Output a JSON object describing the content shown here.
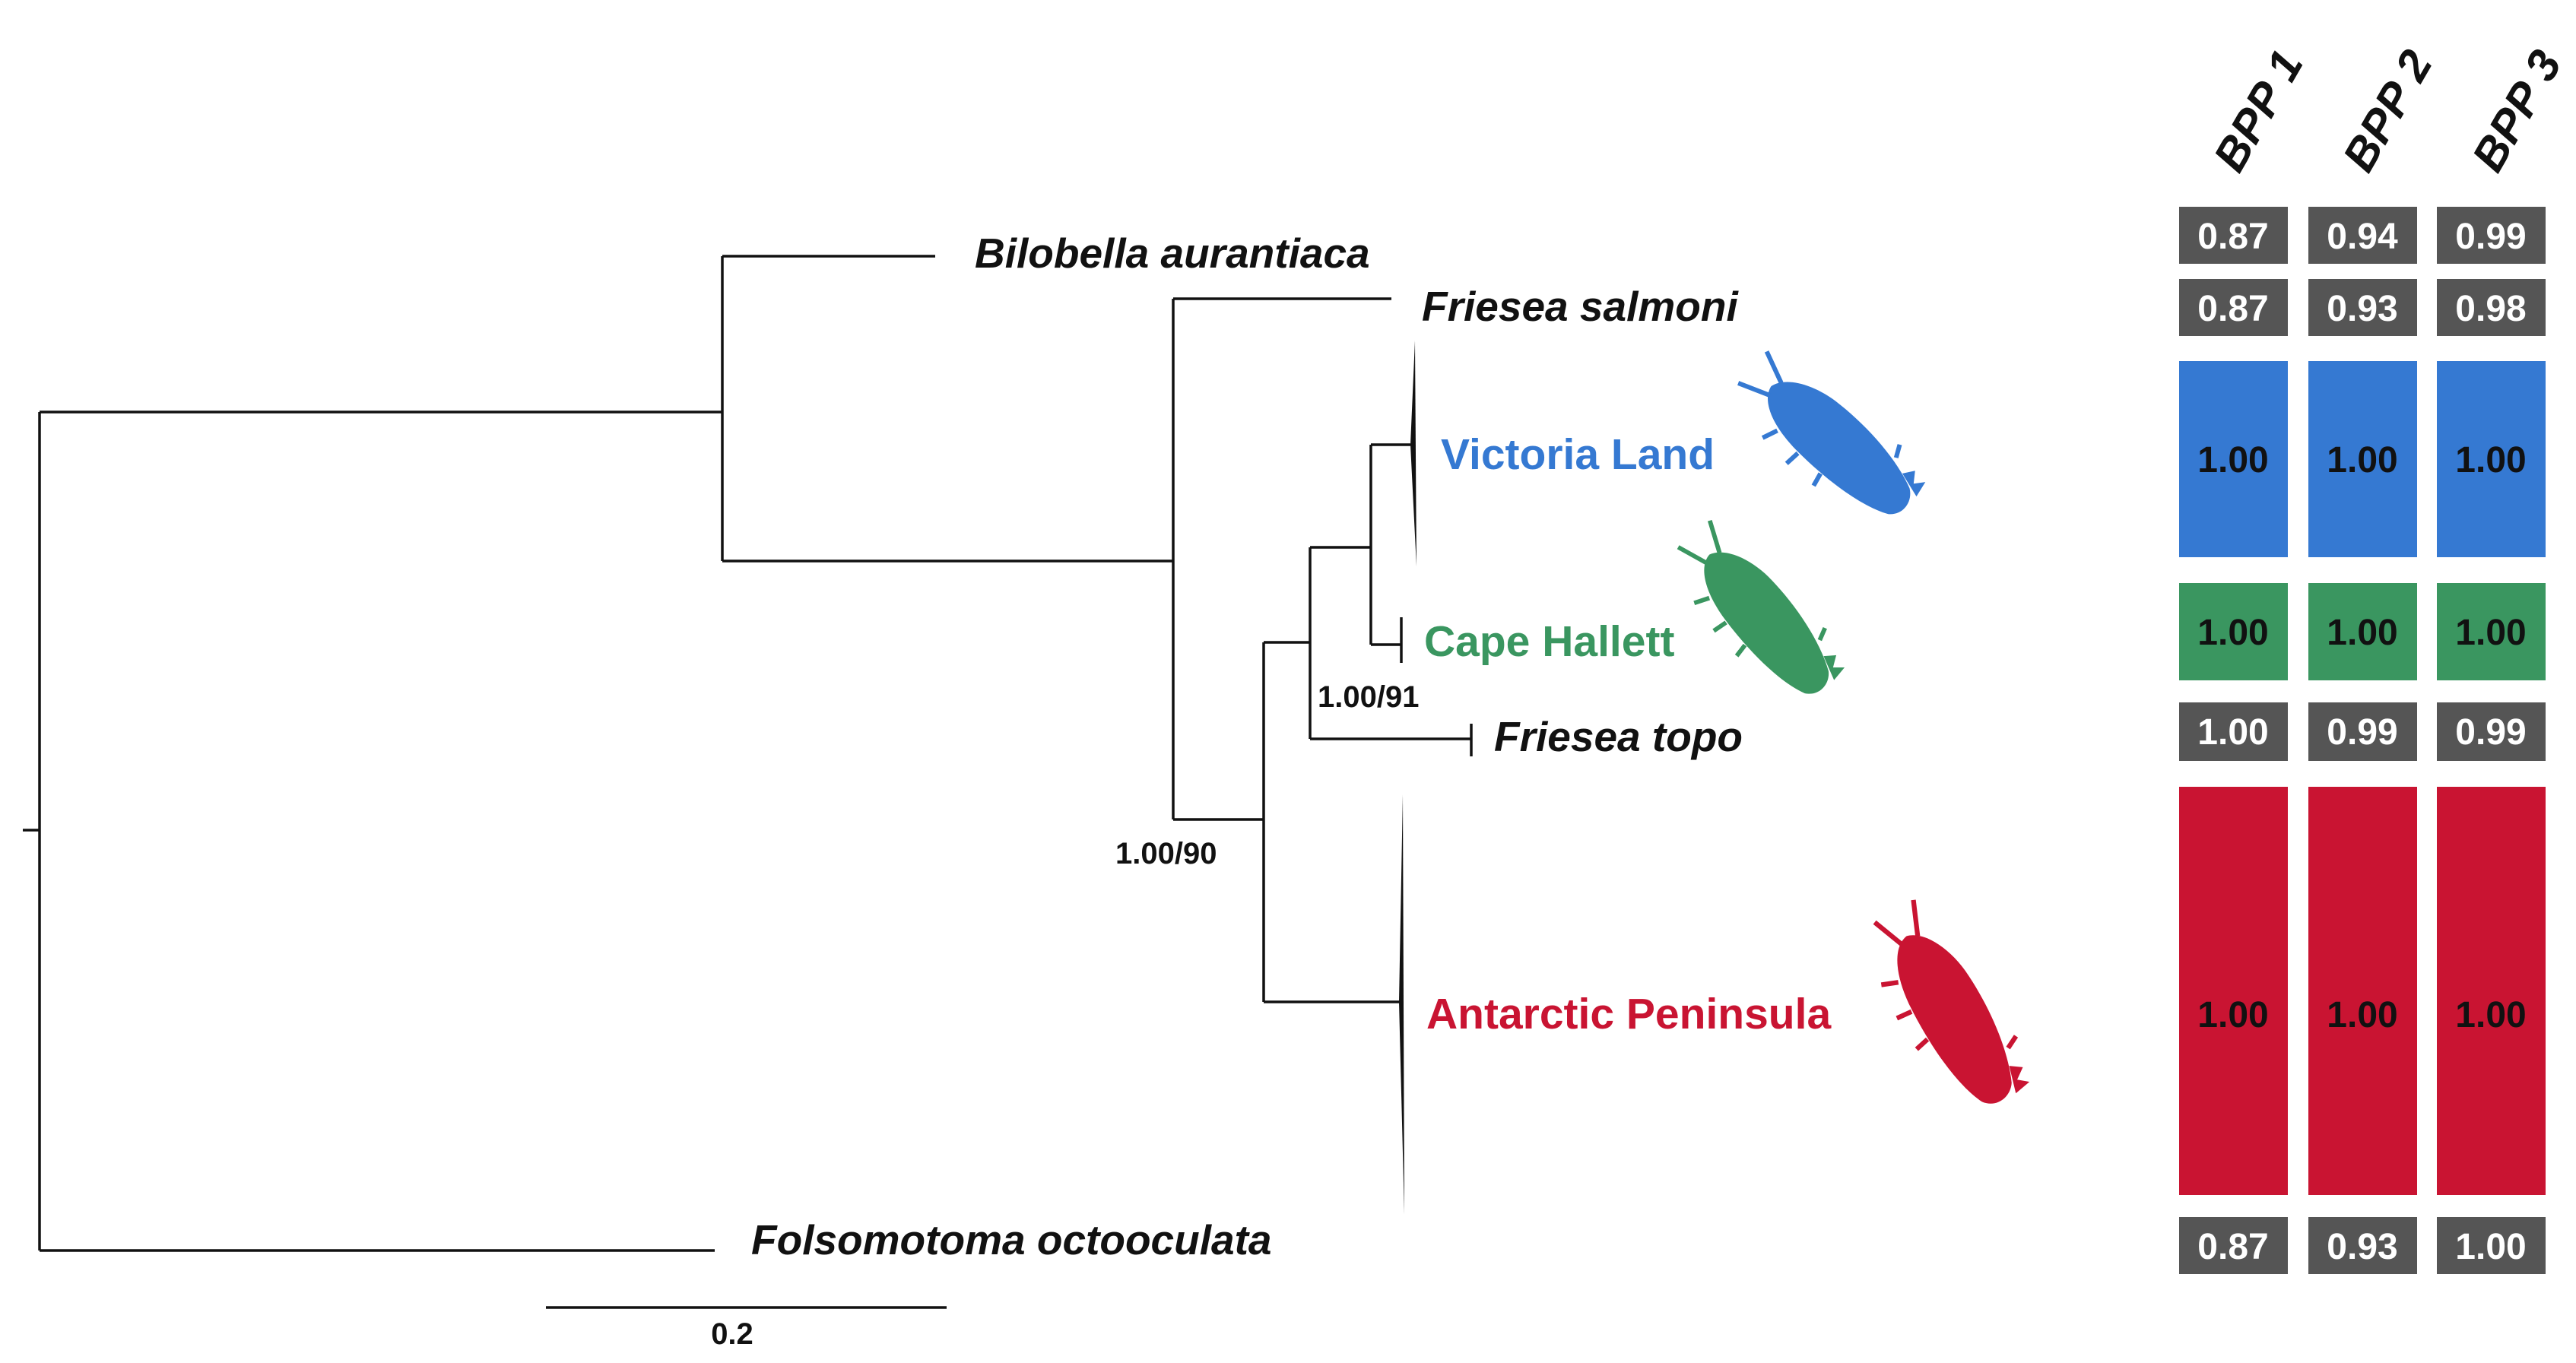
{
  "tree": {
    "taxa": {
      "bilobella": "Bilobella aurantiaca",
      "salmoni": "Friesea salmoni",
      "victoria": "Victoria Land",
      "hallett": "Cape Hallett",
      "topo": "Friesea topo",
      "peninsula": "Antarctic Peninsula",
      "folsomotoma": "Folsomotoma octooculata"
    },
    "supports": {
      "vl_ch_topo": "1.00/91",
      "main_clade": "1.00/90"
    },
    "scale_bar": "0.2",
    "colors": {
      "victoria": "#3579d2",
      "hallett": "#3a9660",
      "peninsula": "#c91432",
      "neutral": "#555555",
      "branch": "#111111"
    }
  },
  "bpp": {
    "headers": [
      "BPP 1",
      "BPP 2",
      "BPP 3"
    ],
    "rows": [
      {
        "taxon": "Bilobella aurantiaca",
        "values": [
          "0.87",
          "0.94",
          "0.99"
        ],
        "color": "#555555"
      },
      {
        "taxon": "Friesea salmoni",
        "values": [
          "0.87",
          "0.93",
          "0.98"
        ],
        "color": "#555555"
      },
      {
        "taxon": "Victoria Land",
        "values": [
          "1.00",
          "1.00",
          "1.00"
        ],
        "color": "#3579d2"
      },
      {
        "taxon": "Cape Hallett",
        "values": [
          "1.00",
          "1.00",
          "1.00"
        ],
        "color": "#3a9660"
      },
      {
        "taxon": "Friesea topo",
        "values": [
          "1.00",
          "0.99",
          "0.99"
        ],
        "color": "#555555"
      },
      {
        "taxon": "Antarctic Peninsula",
        "values": [
          "1.00",
          "1.00",
          "1.00"
        ],
        "color": "#c91432"
      },
      {
        "taxon": "Folsomotoma octooculata",
        "values": [
          "0.87",
          "0.93",
          "1.00"
        ],
        "color": "#555555"
      }
    ]
  }
}
